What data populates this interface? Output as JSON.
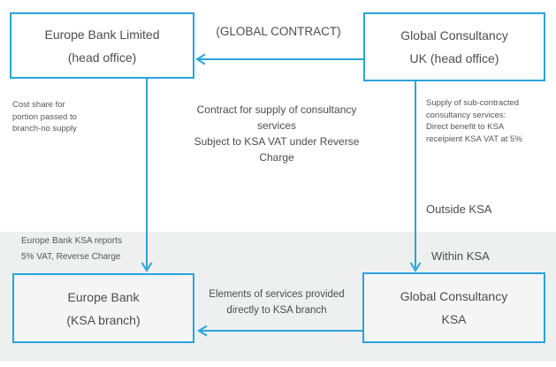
{
  "diagram": {
    "title_hint": "VAT treatment flow between head offices and KSA branches",
    "colors": {
      "accent": "#2aa3dc",
      "text": "#4d4d4f",
      "band_background": "#eef0ef",
      "node_background": "#ffffff",
      "node_background_in_band": "#f4f5f4"
    },
    "regions": {
      "outside_label": "Outside KSA",
      "within_label": "Within KSA"
    },
    "nodes": {
      "europe_bank_ho": {
        "text": "Europe Bank Limited\n(head office)"
      },
      "global_consultancy_ho": {
        "text": "Global Consultancy\nUK (head office)"
      },
      "europe_bank_ksa": {
        "text": "Europe Bank\n(KSA branch)"
      },
      "global_consultancy_ksa": {
        "text": "Global Consultancy\nKSA"
      }
    },
    "labels": {
      "global_contract": "(GLOBAL CONTRACT)",
      "contract_supply": "Contract for supply of consultancy\nservices\nSubject to KSA VAT under Reverse\nCharge",
      "cost_share": "Cost share for\nportion passed to\nbranch-no supply",
      "sub_contracted": "Supply of sub-contracted\nconsultancy services:\nDirect benefit to KSA\nreceipient KSA VAT at 5%",
      "outside_ksa": "Outside KSA",
      "within_ksa": "Within KSA",
      "ksa_reports": "Europe Bank KSA reports\n5% VAT, Reverse Charge",
      "elements_services": "Elements of services provided\ndirectly to KSA branch"
    },
    "edges": [
      {
        "from": "global_consultancy_ho",
        "to": "europe_bank_ho",
        "label": "(GLOBAL CONTRACT)",
        "description": "Contract for supply of consultancy services Subject to KSA VAT under Reverse Charge"
      },
      {
        "from": "europe_bank_ho",
        "to": "europe_bank_ksa",
        "label": "Cost share for portion passed to branch-no supply",
        "note": "Europe Bank KSA reports 5% VAT, Reverse Charge"
      },
      {
        "from": "global_consultancy_ho",
        "to": "global_consultancy_ksa",
        "label": "Supply of sub-contracted consultancy services: Direct benefit to KSA receipient KSA VAT at 5%",
        "crosses": "Outside KSA / Within KSA"
      },
      {
        "from": "global_consultancy_ksa",
        "to": "europe_bank_ksa",
        "label": "Elements of services provided directly to KSA branch"
      }
    ]
  }
}
